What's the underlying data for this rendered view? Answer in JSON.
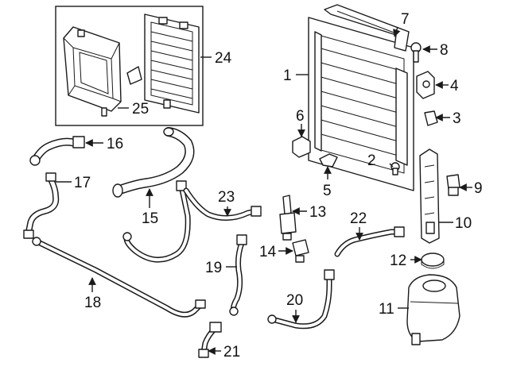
{
  "diagram": {
    "callouts": [
      {
        "id": "p1",
        "number": "1"
      },
      {
        "id": "p2",
        "number": "2"
      },
      {
        "id": "p3",
        "number": "3"
      },
      {
        "id": "p4",
        "number": "4"
      },
      {
        "id": "p5",
        "number": "5"
      },
      {
        "id": "p6",
        "number": "6"
      },
      {
        "id": "p7",
        "number": "7"
      },
      {
        "id": "p8",
        "number": "8"
      },
      {
        "id": "p9",
        "number": "9"
      },
      {
        "id": "p10",
        "number": "10"
      },
      {
        "id": "p11",
        "number": "11"
      },
      {
        "id": "p12",
        "number": "12"
      },
      {
        "id": "p13",
        "number": "13"
      },
      {
        "id": "p14",
        "number": "14"
      },
      {
        "id": "p15",
        "number": "15"
      },
      {
        "id": "p16",
        "number": "16"
      },
      {
        "id": "p17",
        "number": "17"
      },
      {
        "id": "p18",
        "number": "18"
      },
      {
        "id": "p19",
        "number": "19"
      },
      {
        "id": "p20",
        "number": "20"
      },
      {
        "id": "p21",
        "number": "21"
      },
      {
        "id": "p22",
        "number": "22"
      },
      {
        "id": "p23",
        "number": "23"
      },
      {
        "id": "p24",
        "number": "24"
      },
      {
        "id": "p25",
        "number": "25"
      }
    ]
  }
}
